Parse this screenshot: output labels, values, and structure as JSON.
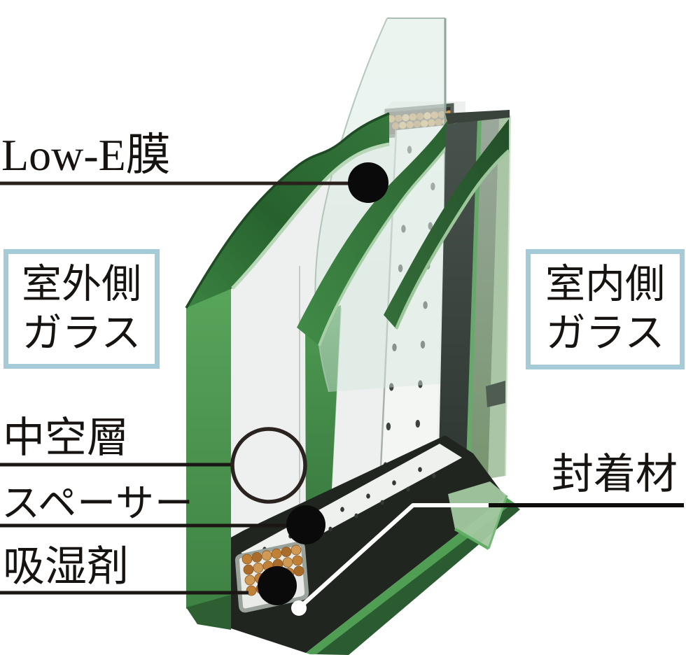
{
  "labels": {
    "low_e_film": "Low-E膜",
    "outdoor_glass_line1": "室外側",
    "outdoor_glass_line2": "ガラス",
    "indoor_glass_line1": "室内側",
    "indoor_glass_line2": "ガラス",
    "air_layer": "中空層",
    "spacer": "スペーサー",
    "desiccant": "吸湿剤",
    "sealant": "封着材"
  },
  "colors": {
    "box_border": "#a6cbd8",
    "callout_line": "#241d19",
    "callout_dot": "#0a0a0a",
    "green_bright": "#4f9e53",
    "green_dark": "#2c6633",
    "green_pale_lip": "#b7d7b6",
    "glass_face": "#e9ede9",
    "air_gap": "#eef1ef",
    "film": "#dfeee7",
    "spacer_white": "#f4f6f4",
    "frame_dark": "#343d38",
    "sealant_black": "#20261f",
    "bead_orange": "#c9853e",
    "text": "#161310"
  }
}
